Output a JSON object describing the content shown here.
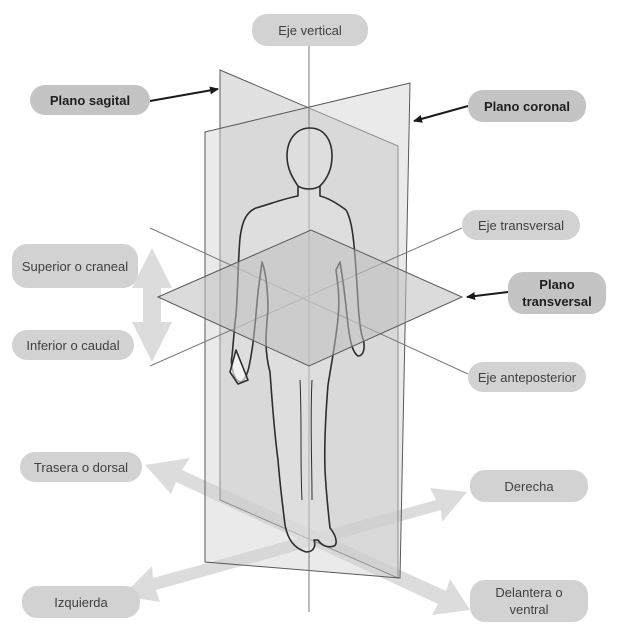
{
  "labels": {
    "eje_vertical": "Eje vertical",
    "plano_sagital": "Plano sagital",
    "plano_coronal": "Plano coronal",
    "eje_transversal": "Eje transversal",
    "superior_craneal": "Superior o craneal",
    "plano_transversal": "Plano transversal",
    "inferior_caudal": "Inferior o caudal",
    "eje_anteposterior": "Eje anteposterior",
    "trasera_dorsal": "Trasera o dorsal",
    "derecha": "Derecha",
    "izquierda": "Izquierda",
    "delantera_ventral": "Delantera o ventral"
  },
  "colors": {
    "pill": "#d2d2d2",
    "pill_emphasis": "#c4c4c4",
    "plane_fill": "#c8c8c8",
    "plane_stroke": "#5a5a5a",
    "direction_arrow": "#dcdcdc",
    "pointer_arrow": "#1a1a1a",
    "body_outline": "#2e2e2e"
  }
}
